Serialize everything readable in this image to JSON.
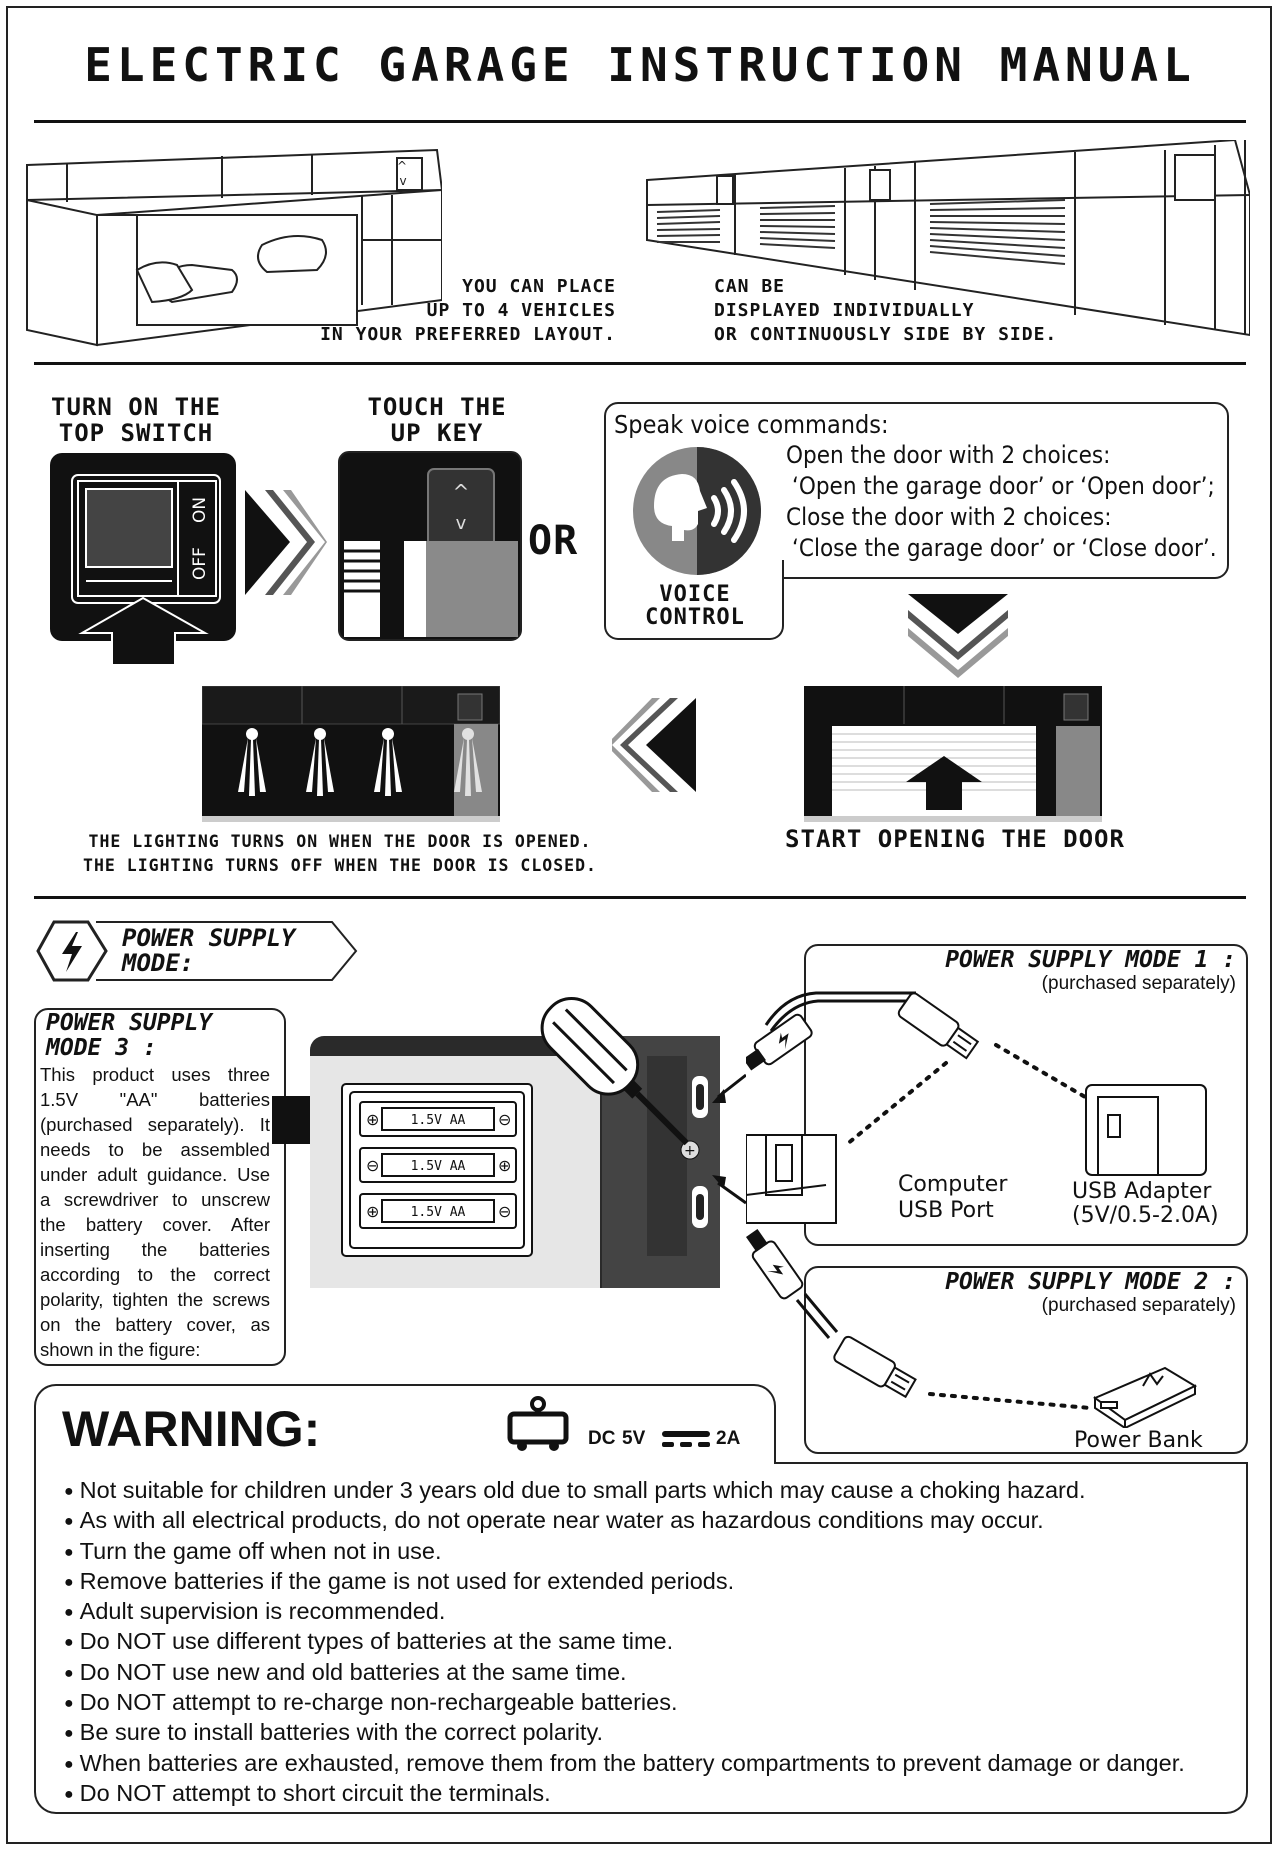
{
  "title": "ELECTRIC GARAGE INSTRUCTION MANUAL",
  "intro": {
    "left_caption": [
      "YOU CAN PLACE",
      "UP TO 4 VEHICLES",
      "IN YOUR PREFERRED LAYOUT."
    ],
    "right_caption": [
      "CAN BE",
      "DISPLAYED INDIVIDUALLY",
      "OR CONTINUOUSLY SIDE BY SIDE."
    ]
  },
  "steps": {
    "switch_title": [
      "TURN ON THE",
      "TOP SWITCH"
    ],
    "switch_labels": {
      "off": "OFF",
      "on": "ON"
    },
    "key_title": [
      "TOUCH THE",
      "UP KEY"
    ],
    "or": "OR",
    "voice": {
      "heading": "Speak voice commands:",
      "lines": [
        "Open the door with 2 choices:",
        "‘Open the garage door’ or ‘Open door’;",
        "Close the door with 2 choices:",
        "‘Close the garage door’ or ‘Close door’."
      ],
      "badge": [
        "VOICE",
        "CONTROL"
      ]
    },
    "lighting_caption": [
      "THE LIGHTING TURNS ON WHEN THE DOOR IS OPENED.",
      "THE LIGHTING TURNS OFF WHEN THE DOOR IS CLOSED."
    ],
    "opening_caption": "START OPENING THE DOOR"
  },
  "power": {
    "header": [
      "POWER SUPPLY",
      "MODE:"
    ],
    "mode3": {
      "title": [
        "POWER SUPPLY",
        "MODE 3 :"
      ],
      "text": "This product uses three 1.5V \"AA\" batteries (purchased separately). It needs to be assembled under adult guidance. Use a screwdriver to unscrew the battery cover. After inserting the batteries according to the correct polarity, tighten the screws on the battery cover, as shown in the figure:"
    },
    "battery_labels": [
      "1.5V AA",
      "1.5V AA",
      "1.5V AA"
    ],
    "mode1": {
      "title": "POWER SUPPLY MODE 1 :",
      "sub": "(purchased separately)",
      "computer_label": [
        "Computer",
        "USB Port"
      ],
      "adapter_label": [
        "USB Adapter",
        "(5V/0.5-2.0A)"
      ]
    },
    "mode2": {
      "title": "POWER SUPPLY MODE 2 :",
      "sub": "(purchased separately)",
      "bank_label": "Power Bank"
    }
  },
  "warning": {
    "title": "WARNING:",
    "dc": "DC",
    "volt": "5V",
    "amp": "2A",
    "items": [
      "Not suitable for children under 3 years old due to small parts which may cause a choking hazard.",
      "As with all electrical products, do not operate near water as hazardous conditions may occur.",
      "Turn the game off when not in use.",
      "Remove batteries if the game is not used for extended periods.",
      "Adult supervision is recommended.",
      "Do NOT use different types of batteries at the same time.",
      "Do NOT use new and old batteries at the same time.",
      "Do NOT attempt to re-charge non-rechargeable batteries.",
      "Be sure to install batteries with the correct polarity.",
      "When batteries are exhausted, remove them from the battery compartments to prevent damage or danger.",
      "Do NOT attempt to short circuit the terminals."
    ]
  }
}
